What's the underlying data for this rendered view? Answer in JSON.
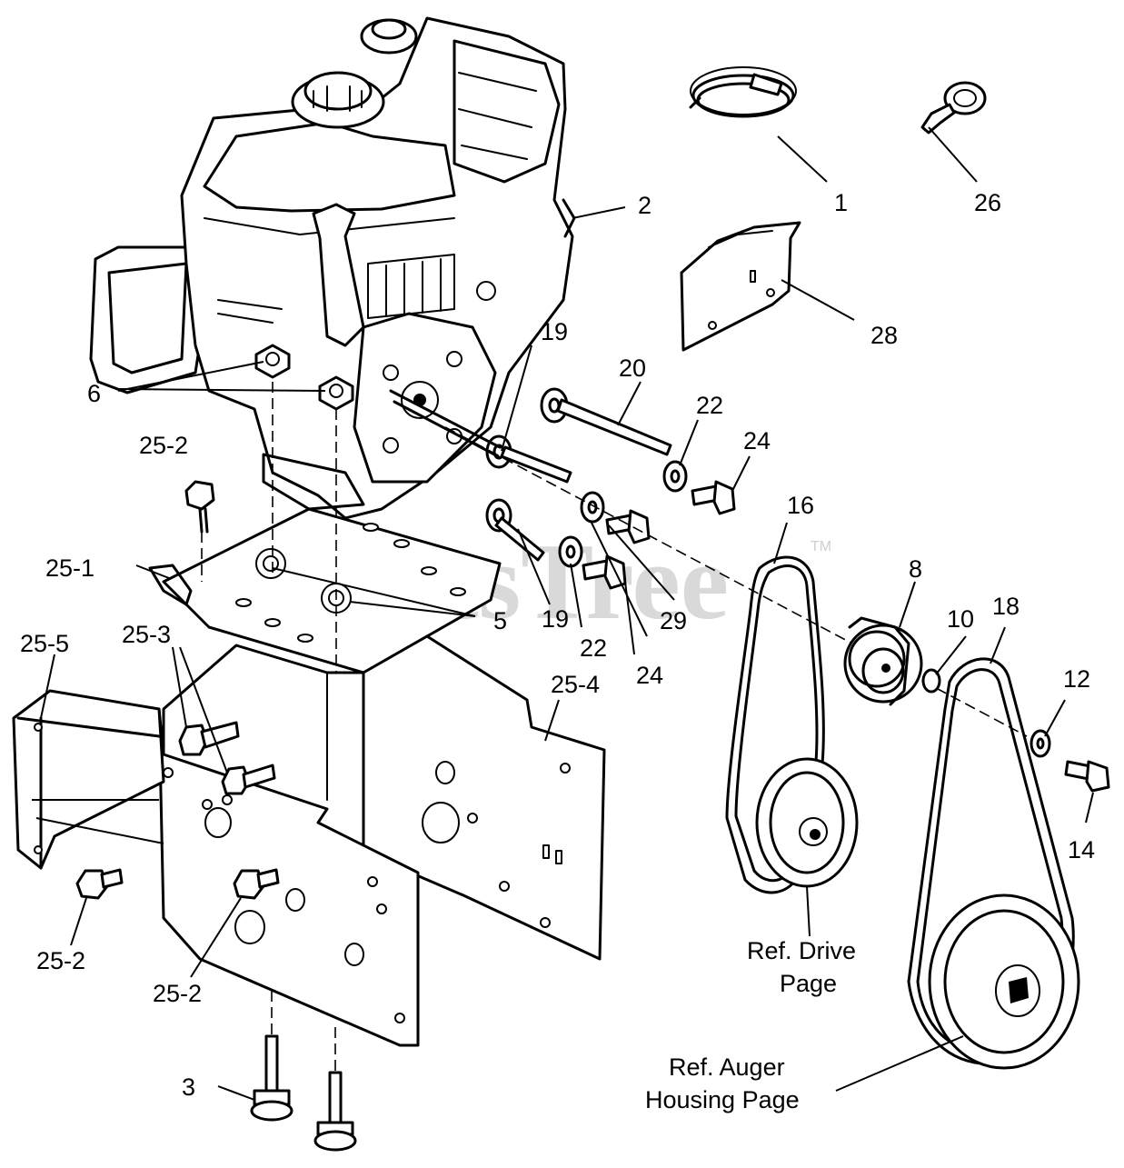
{
  "watermark": {
    "text": "PartsTree",
    "trademark": "TM"
  },
  "callouts": [
    {
      "id": "c1",
      "text": "1"
    },
    {
      "id": "c2",
      "text": "2"
    },
    {
      "id": "c3",
      "text": "3"
    },
    {
      "id": "c5",
      "text": "5"
    },
    {
      "id": "c6",
      "text": "6"
    },
    {
      "id": "c8",
      "text": "8"
    },
    {
      "id": "c10",
      "text": "10"
    },
    {
      "id": "c12",
      "text": "12"
    },
    {
      "id": "c14",
      "text": "14"
    },
    {
      "id": "c16",
      "text": "16"
    },
    {
      "id": "c18",
      "text": "18"
    },
    {
      "id": "c19a",
      "text": "19"
    },
    {
      "id": "c19b",
      "text": "19"
    },
    {
      "id": "c20",
      "text": "20"
    },
    {
      "id": "c22a",
      "text": "22"
    },
    {
      "id": "c22b",
      "text": "22"
    },
    {
      "id": "c24a",
      "text": "24"
    },
    {
      "id": "c24b",
      "text": "24"
    },
    {
      "id": "c25_1",
      "text": "25-1"
    },
    {
      "id": "c25_2a",
      "text": "25-2"
    },
    {
      "id": "c25_2b",
      "text": "25-2"
    },
    {
      "id": "c25_2c",
      "text": "25-2"
    },
    {
      "id": "c25_3",
      "text": "25-3"
    },
    {
      "id": "c25_4",
      "text": "25-4"
    },
    {
      "id": "c25_5",
      "text": "25-5"
    },
    {
      "id": "c26",
      "text": "26"
    },
    {
      "id": "c28",
      "text": "28"
    },
    {
      "id": "c29",
      "text": "29"
    }
  ],
  "references": {
    "drive": [
      "Ref. Drive",
      "Page"
    ],
    "auger": [
      "Ref. Auger",
      "Housing Page"
    ]
  }
}
